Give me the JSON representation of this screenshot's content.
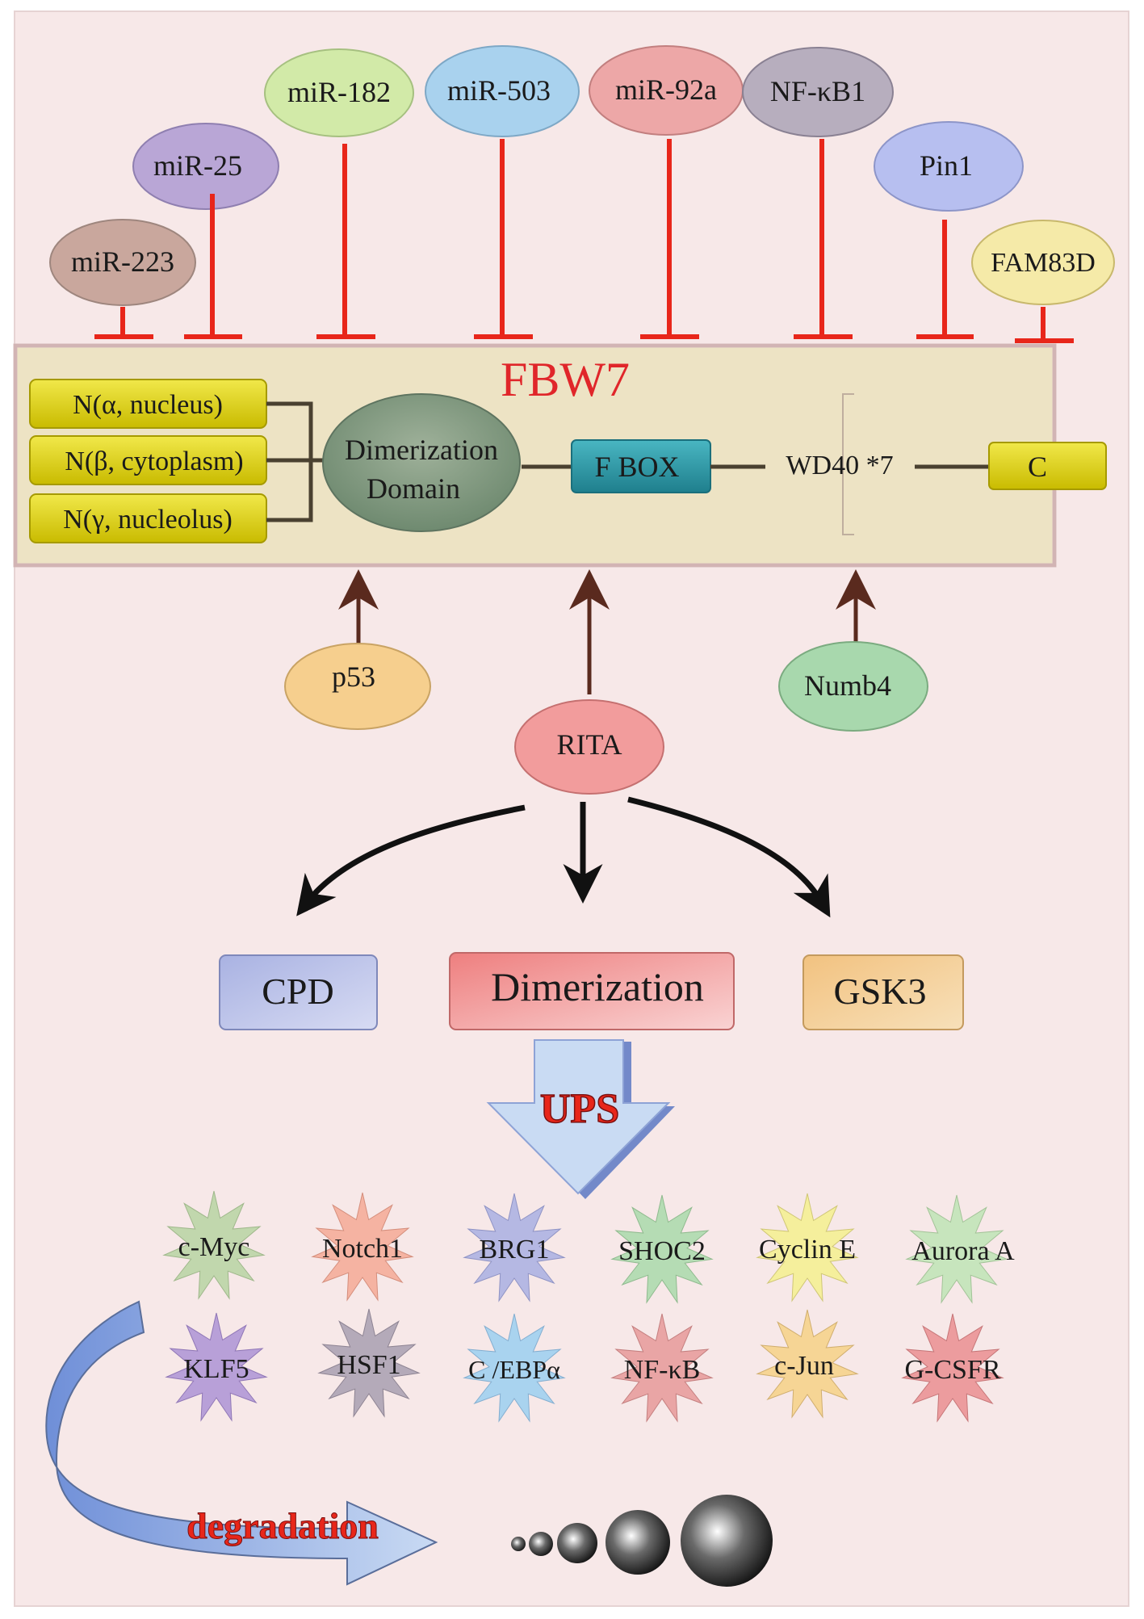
{
  "inhibitors": [
    {
      "label": "miR-223",
      "color": "#c9a79d"
    },
    {
      "label": "miR-25",
      "color": "#b9a6d6"
    },
    {
      "label": "miR-182",
      "color": "#d2eaa8"
    },
    {
      "label": "miR-503",
      "color": "#a9d2ee"
    },
    {
      "label": "miR-92a",
      "color": "#eda7a7"
    },
    {
      "label": "NF-κB1",
      "color": "#b7aebe"
    },
    {
      "label": "Pin1",
      "color": "#b7bff0"
    },
    {
      "label": "FAM83D",
      "color": "#f5eaa8"
    }
  ],
  "fbw7": {
    "title": "FBW7",
    "n_isoforms": [
      "N(α, nucleus)",
      "N(β, cytoplasm)",
      "N(γ, nucleolus)"
    ],
    "dimerization_domain": [
      "Dimerization",
      "Domain"
    ],
    "fbox": "F BOX",
    "wd40": "WD40 *7",
    "c_term": "C"
  },
  "activators": [
    "p53",
    "Numb4"
  ],
  "rita": "RITA",
  "mechanisms": [
    "CPD",
    "Dimerization",
    "GSK3"
  ],
  "ups": "UPS",
  "substrates_row1": [
    "c-Myc",
    "Notch1",
    "BRG1",
    "SHOC2",
    "Cyclin E",
    "Aurora A"
  ],
  "substrates_row2": [
    "KLF5",
    "HSF1",
    "C /EBPα",
    "NF-κB",
    "c-Jun",
    "G-CSFR"
  ],
  "degradation": "degradation",
  "colors": {
    "background": "#f7e8e8",
    "inhibition": "#e8261a",
    "activation": "#5a2a1e",
    "fbw7_title": "#e0262a",
    "domain_box": "#ede3c4",
    "isoform_yellow": "#e3d600",
    "fbox_teal": "#2e9aa8"
  }
}
